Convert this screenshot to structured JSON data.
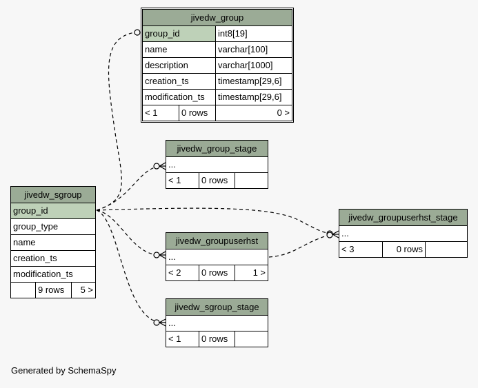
{
  "tables": {
    "jivedw_group": {
      "title": "jivedw_group",
      "columns": [
        {
          "name": "group_id",
          "type": "int8[19]"
        },
        {
          "name": "name",
          "type": "varchar[100]"
        },
        {
          "name": "description",
          "type": "varchar[1000]"
        },
        {
          "name": "creation_ts",
          "type": "timestamp[29,6]"
        },
        {
          "name": "modification_ts",
          "type": "timestamp[29,6]"
        }
      ],
      "footer": {
        "parents": "< 1",
        "rows": "0 rows",
        "children": "0 >"
      }
    },
    "jivedw_group_stage": {
      "title": "jivedw_group_stage",
      "columns": [
        {
          "name": "..."
        }
      ],
      "footer": {
        "parents": "< 1",
        "rows": "0 rows",
        "children": ""
      }
    },
    "jivedw_sgroup": {
      "title": "jivedw_sgroup",
      "columns": [
        {
          "name": "group_id"
        },
        {
          "name": "group_type"
        },
        {
          "name": "name"
        },
        {
          "name": "creation_ts"
        },
        {
          "name": "modification_ts"
        }
      ],
      "footer": {
        "parents": "",
        "rows": "9 rows",
        "children": "5 >"
      }
    },
    "jivedw_groupuserhst": {
      "title": "jivedw_groupuserhst",
      "columns": [
        {
          "name": "..."
        }
      ],
      "footer": {
        "parents": "< 2",
        "rows": "0 rows",
        "children": "1 >"
      }
    },
    "jivedw_sgroup_stage": {
      "title": "jivedw_sgroup_stage",
      "columns": [
        {
          "name": "..."
        }
      ],
      "footer": {
        "parents": "< 1",
        "rows": "0 rows",
        "children": ""
      }
    },
    "jivedw_groupuserhst_stage": {
      "title": "jivedw_groupuserhst_stage",
      "columns": [
        {
          "name": "..."
        }
      ],
      "footer": {
        "parents": "< 3",
        "rows": "0 rows",
        "children": ""
      }
    }
  },
  "credit": "Generated by SchemaSpy",
  "colors": {
    "background": "#f7f7f7",
    "header": "#9bab96",
    "primary_key": "#bed1b8",
    "line": "#000000"
  }
}
